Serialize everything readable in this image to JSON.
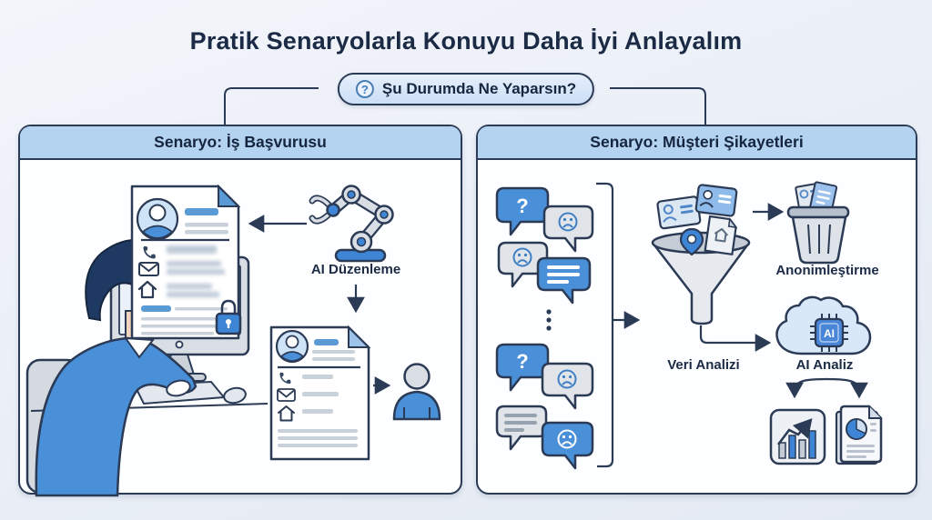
{
  "title": "Pratik Senaryolarla Konuyu Daha İyi Anlayalım",
  "question_pill": {
    "icon_glyph": "?",
    "label": "Şu Durumda Ne Yaparsın?"
  },
  "left_panel": {
    "header": "Senaryo: İş Başvurusu",
    "ai_edit_label": "AI Düzenleme"
  },
  "right_panel": {
    "header": "Senaryo: Müşteri Şikayetleri",
    "question_bubble_glyph": "?",
    "anonymization_label": "Anonimleştirme",
    "data_analysis_label": "Veri Analizi",
    "ai_analysis_label": "AI Analiz",
    "ai_chip_label": "AI"
  },
  "colors": {
    "background": "#e9eef5",
    "outline_navy": "#2b3a55",
    "title_text": "#1b2b45",
    "panel_header_bg": "#b4d3f1",
    "panel_body_bg": "#fdfeff",
    "accent_blue": "#4a90d9",
    "medium_blue": "#3f85d6",
    "light_blue": "#cfe3f7",
    "gray_fill": "#dfe3e8"
  }
}
